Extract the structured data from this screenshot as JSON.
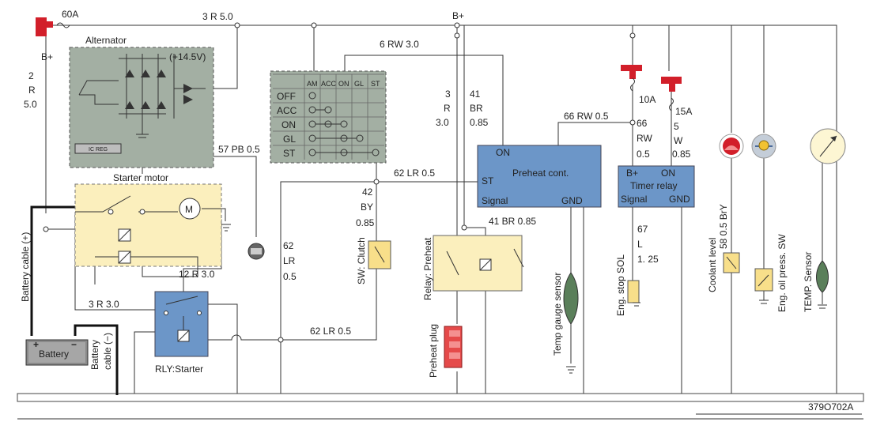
{
  "colors": {
    "alternator_box": "#a3afa3",
    "ignition_box": "#a3afa3",
    "starter_box": "#fbefbd",
    "preheat_relay_box": "#fbefbd",
    "control_unit": "#6c96c8",
    "fuse_red": "#d21f2a",
    "plug_red": "#e54a4a",
    "battery_grey": "#8a8a8a",
    "component_yellow": "#f8df8a"
  },
  "wires": {
    "top_main": "3 R 5.0",
    "fuse_main": "60A",
    "bplus_left": "B+",
    "bplus_top": "B+",
    "alt_wire": [
      "2",
      "R",
      "5.0"
    ],
    "rw_top": "6 RW 3.0",
    "r3": [
      "3",
      "R",
      "3.0"
    ],
    "br41": [
      "41",
      "BR",
      "0.85"
    ],
    "pb57": "57 PB 0.5",
    "lr62_h": "62 LR 0.5",
    "by42": [
      "42",
      "BY",
      "0.85"
    ],
    "lr62_v": [
      "62",
      "LR",
      "0.5"
    ],
    "r12": "12 R 3.0",
    "r3b": "3 R 3.0",
    "lr62_bottom": "62 LR 0.5",
    "br41_b": "41 BR 0.85",
    "rw66_h": "66 RW 0.5",
    "rw66_v": [
      "66",
      "RW",
      "0.5"
    ],
    "w5": [
      "5",
      "W",
      "0.85"
    ],
    "fuse_10a": "10A",
    "fuse_15a": "15A",
    "l67": [
      "67",
      "L",
      "1. 25"
    ],
    "bry58": "58 0.5 BrY"
  },
  "components": {
    "alternator": {
      "label": "Alternator",
      "voltage": "(+14.5V)",
      "ic_reg": "IC REG"
    },
    "ignition_switch": {
      "columns": [
        "AM",
        "ACC",
        "ON",
        "GL",
        "ST"
      ],
      "rows": [
        "OFF",
        "ACC",
        "ON",
        "GL",
        "ST"
      ]
    },
    "starter_motor": {
      "label": "Starter motor",
      "motor_symbol": "M"
    },
    "battery": {
      "label": "Battery",
      "plus": "+",
      "minus": "−"
    },
    "battery_cable_pos": "Battery cable (+)",
    "battery_cable_neg": [
      "Battery",
      "cable (−)"
    ],
    "relay_starter": "RLY:Starter",
    "sw_clutch": "SW: Clutch",
    "relay_preheat": "Relay: Preheat",
    "preheat_plug": "Preheat plug",
    "preheat_cont": {
      "title": "Preheat cont.",
      "on": "ON",
      "st": "ST",
      "signal": "Signal",
      "gnd": "GND"
    },
    "temp_gauge_sensor": "Temp gauge sensor",
    "timer_relay": {
      "bplus": "B+",
      "on": "ON",
      "title": "Timer relay",
      "signal": "Signal",
      "gnd": "GND"
    },
    "eng_stop_sol": "Eng. stop SOL",
    "coolant_level": "Coolant level",
    "eng_oil_press_sw": "Eng. oil press. SW",
    "temp_sensor": "TEMP. Sensor"
  },
  "figure_code": "379O702A"
}
